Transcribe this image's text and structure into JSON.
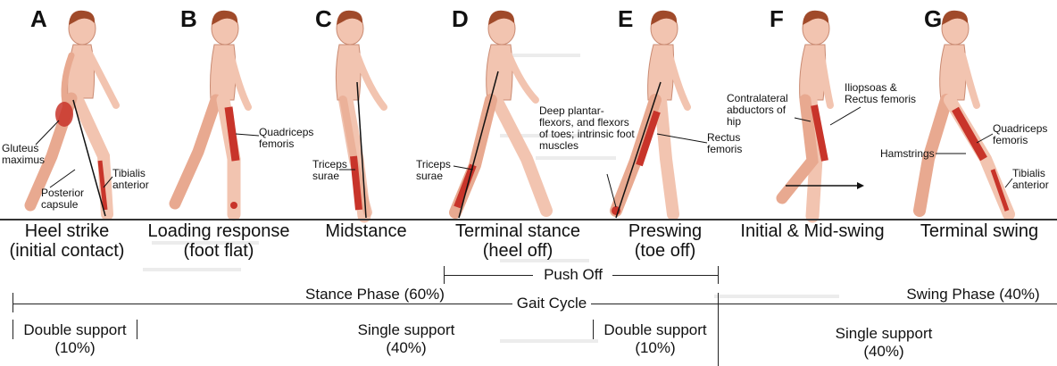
{
  "letters": [
    "A",
    "B",
    "C",
    "D",
    "E",
    "F",
    "G"
  ],
  "phases": [
    {
      "line1": "Heel strike",
      "line2": "(initial contact)"
    },
    {
      "line1": "Loading response",
      "line2": "(foot flat)"
    },
    {
      "line1": "Midstance",
      "line2": ""
    },
    {
      "line1": "Terminal stance",
      "line2": "(heel off)"
    },
    {
      "line1": "Preswing",
      "line2": "(toe off)"
    },
    {
      "line1": "Initial & Mid-swing",
      "line2": ""
    },
    {
      "line1": "Terminal swing",
      "line2": ""
    }
  ],
  "annotations": {
    "gluteus_maximus": "Gluteus maximus",
    "posterior_capsule": "Posterior capsule",
    "tibialis_anterior_a": "Tibialis anterior",
    "quadriceps_b": "Quadriceps femoris",
    "triceps_c": "Triceps surae",
    "triceps_d": "Triceps surae",
    "deep_plantar": "Deep plantar-flexors, and flexors of toes; intrinsic foot muscles",
    "rectus_femoris": "Rectus femoris",
    "contralateral": "Contralateral abductors of hip",
    "iliopsoas": "Iliopsoas & Rectus femoris",
    "quadriceps_g": "Quadriceps femoris",
    "hamstrings": "Hamstrings",
    "tibialis_anterior_g": "Tibialis anterior"
  },
  "brackets": {
    "push_off": "Push Off",
    "stance_phase": "Stance Phase (60%)",
    "gait_cycle": "Gait Cycle",
    "swing_phase": "Swing Phase (40%)"
  },
  "supports": {
    "double_1_label": "Double support",
    "double_1_pct": "(10%)",
    "single_1_label": "Single support",
    "single_1_pct": "(40%)",
    "double_2_label": "Double support",
    "double_2_pct": "(10%)",
    "single_2_label": "Single support",
    "single_2_pct": "(40%)"
  },
  "colors": {
    "skin": "#f2c4b0",
    "skin_shade": "#e8a990",
    "muscle": "#c8342a",
    "hair": "#a04a2a",
    "ground": "#333333"
  }
}
